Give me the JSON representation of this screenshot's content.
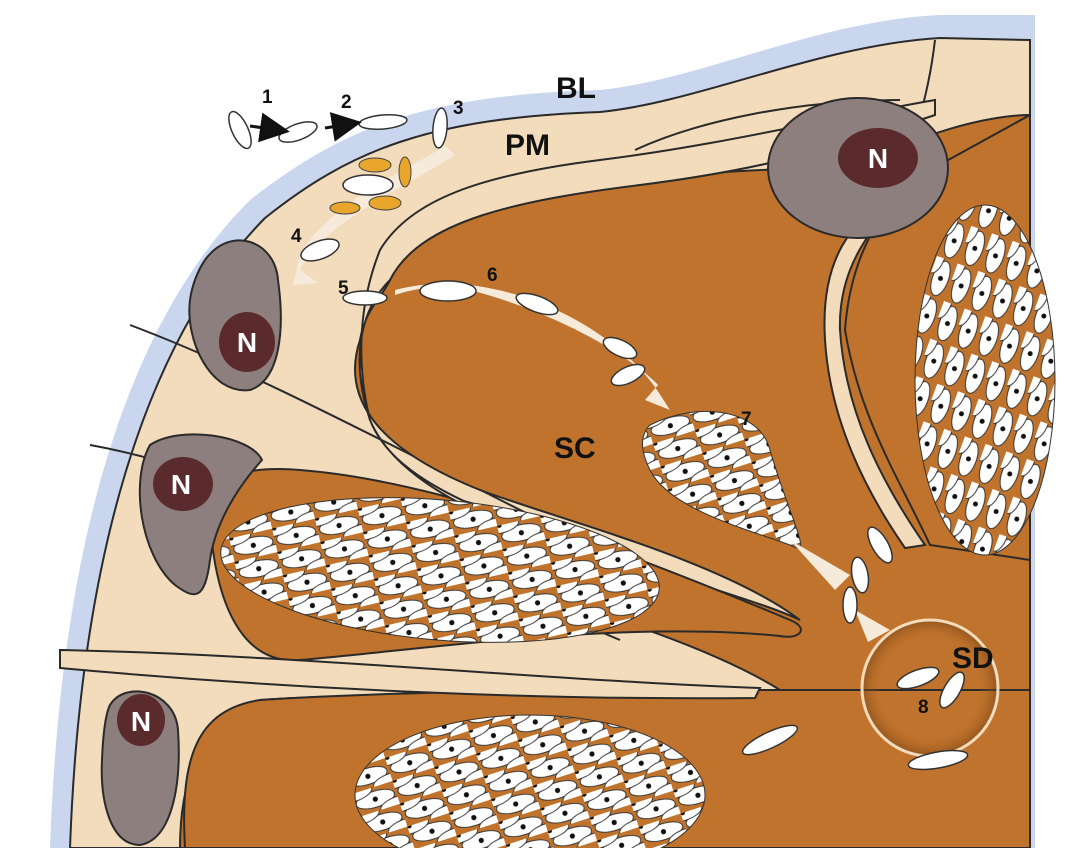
{
  "labels": {
    "basal_lamina": "BL",
    "plasma_membrane": "PM",
    "secretory_canaliculus": "SC",
    "secretory_duct": "SD",
    "nucleus": "N"
  },
  "steps": [
    "1",
    "2",
    "3",
    "4",
    "5",
    "6",
    "7",
    "8"
  ],
  "colors": {
    "basal_lamina": "#c9d6ee",
    "cytoplasm": "#f3dcbc",
    "canaliculus": "#c0732c",
    "nucleus": "#8c7f7e",
    "nucleolus": "#5b2a2c",
    "vesicle": "#e9a62c",
    "spicule": "#ffffff",
    "outline": "#2a2a2a"
  },
  "icons": [
    "nematocyst-capsule-icon",
    "arrow-icon"
  ]
}
